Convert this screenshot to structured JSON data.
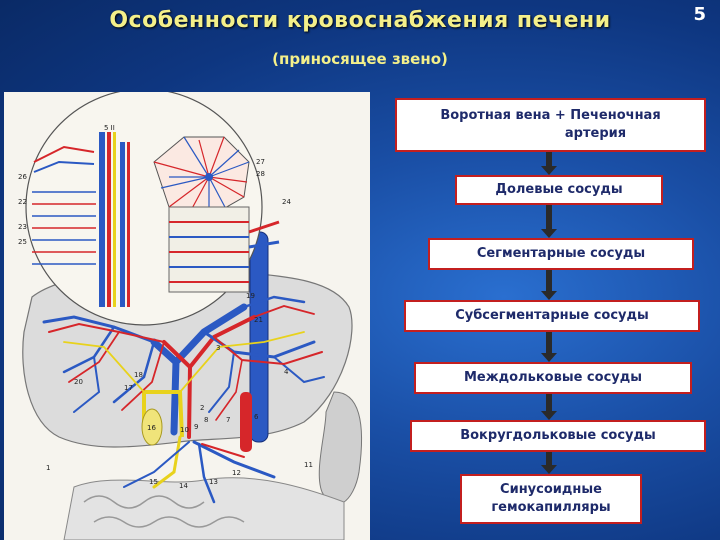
{
  "header": {
    "title": "Особенности кровоснабжения печени",
    "subtitle": "(приносящее звено)",
    "slide_number": "5"
  },
  "flow": {
    "steps": [
      {
        "line1": "Воротная вена + Печеночная",
        "line2": "артерия"
      },
      {
        "line1": "Долевые сосуды"
      },
      {
        "line1": "Сегментарные сосуды"
      },
      {
        "line1": "Субсегментарные сосуды"
      },
      {
        "line1": "Междольковые сосуды"
      },
      {
        "line1": "Вокругдольковые сосуды"
      },
      {
        "line1": "Синусоидные",
        "line2": "гемокапилляры"
      }
    ]
  },
  "figure_labels": {
    "top_label": "5 II",
    "nums": [
      "26",
      "22",
      "24",
      "23",
      "25",
      "27",
      "28",
      "21",
      "19",
      "20",
      "17",
      "18",
      "16",
      "15",
      "14",
      "13",
      "12",
      "11",
      "10",
      "9",
      "8",
      "7",
      "6",
      "4",
      "3",
      "2",
      "1"
    ]
  },
  "colors": {
    "title": "#f4f08a",
    "box_border": "#c31f1f",
    "box_text": "#1e2a6a",
    "vein_blue": "#2b59c3",
    "artery_red": "#d6262a",
    "bile_yellow": "#e8d21c"
  }
}
